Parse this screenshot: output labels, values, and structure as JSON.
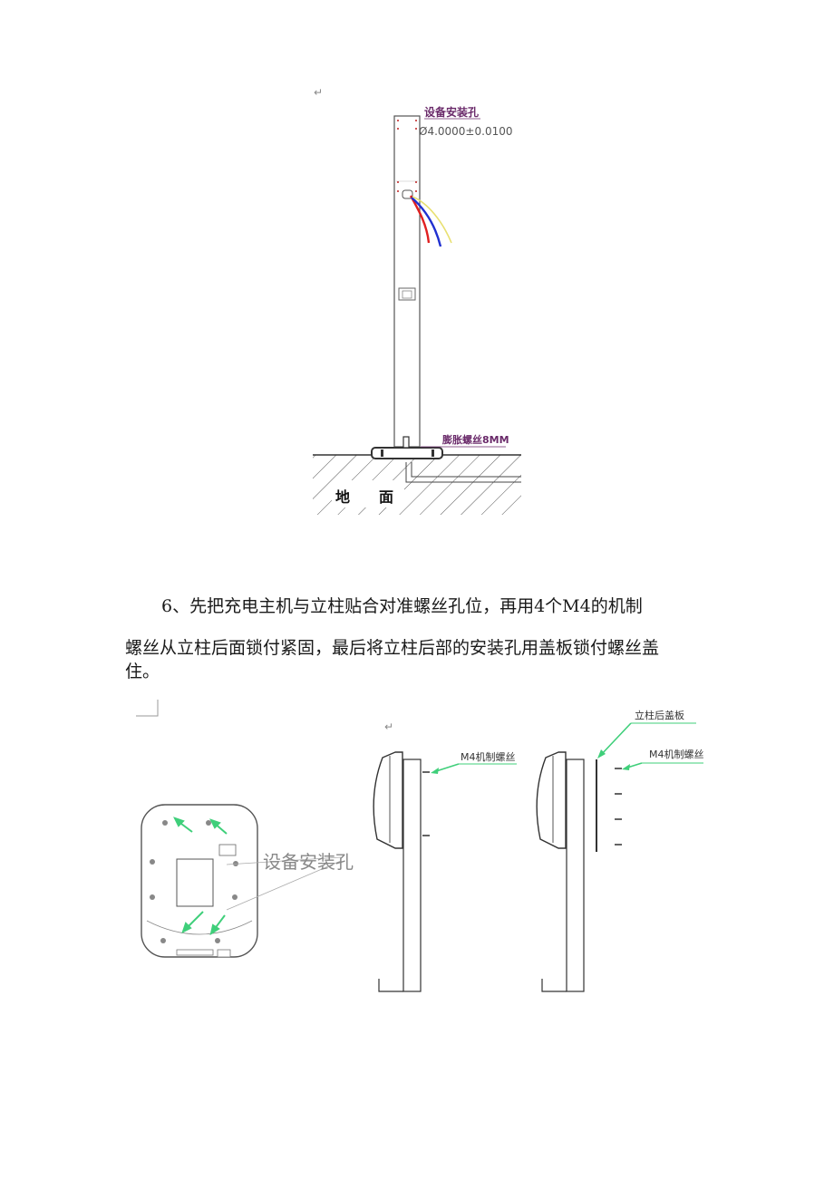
{
  "figure1": {
    "return_mark": "↵",
    "hole_label": "设备安装孔",
    "hole_dimension": "Ø4.0000±0.0100",
    "bolt_label": "膨胀螺丝8MM",
    "ground_label_1": "地",
    "ground_label_2": "面"
  },
  "step6": {
    "line1": "6、先把充电主机与立柱贴合对准螺丝孔位，再用4个M4的机制",
    "line2": "螺丝从立柱后面锁付紧固，最后将立柱后部的安装孔用盖板锁付螺丝盖",
    "line3": "住。"
  },
  "figure2": {
    "return_mark": "↵",
    "hole_label": "设备安装孔",
    "screw_label_left": "M4机制螺丝",
    "cover_label": "立柱后盖板",
    "screw_label_right": "M4机制螺丝"
  },
  "colors": {
    "label_purple": "#6a2a6a",
    "arrow_green": "#3fcf7a",
    "wire_red": "#e02020",
    "wire_blue": "#2030d0",
    "wire_yellow": "#e8e070"
  }
}
